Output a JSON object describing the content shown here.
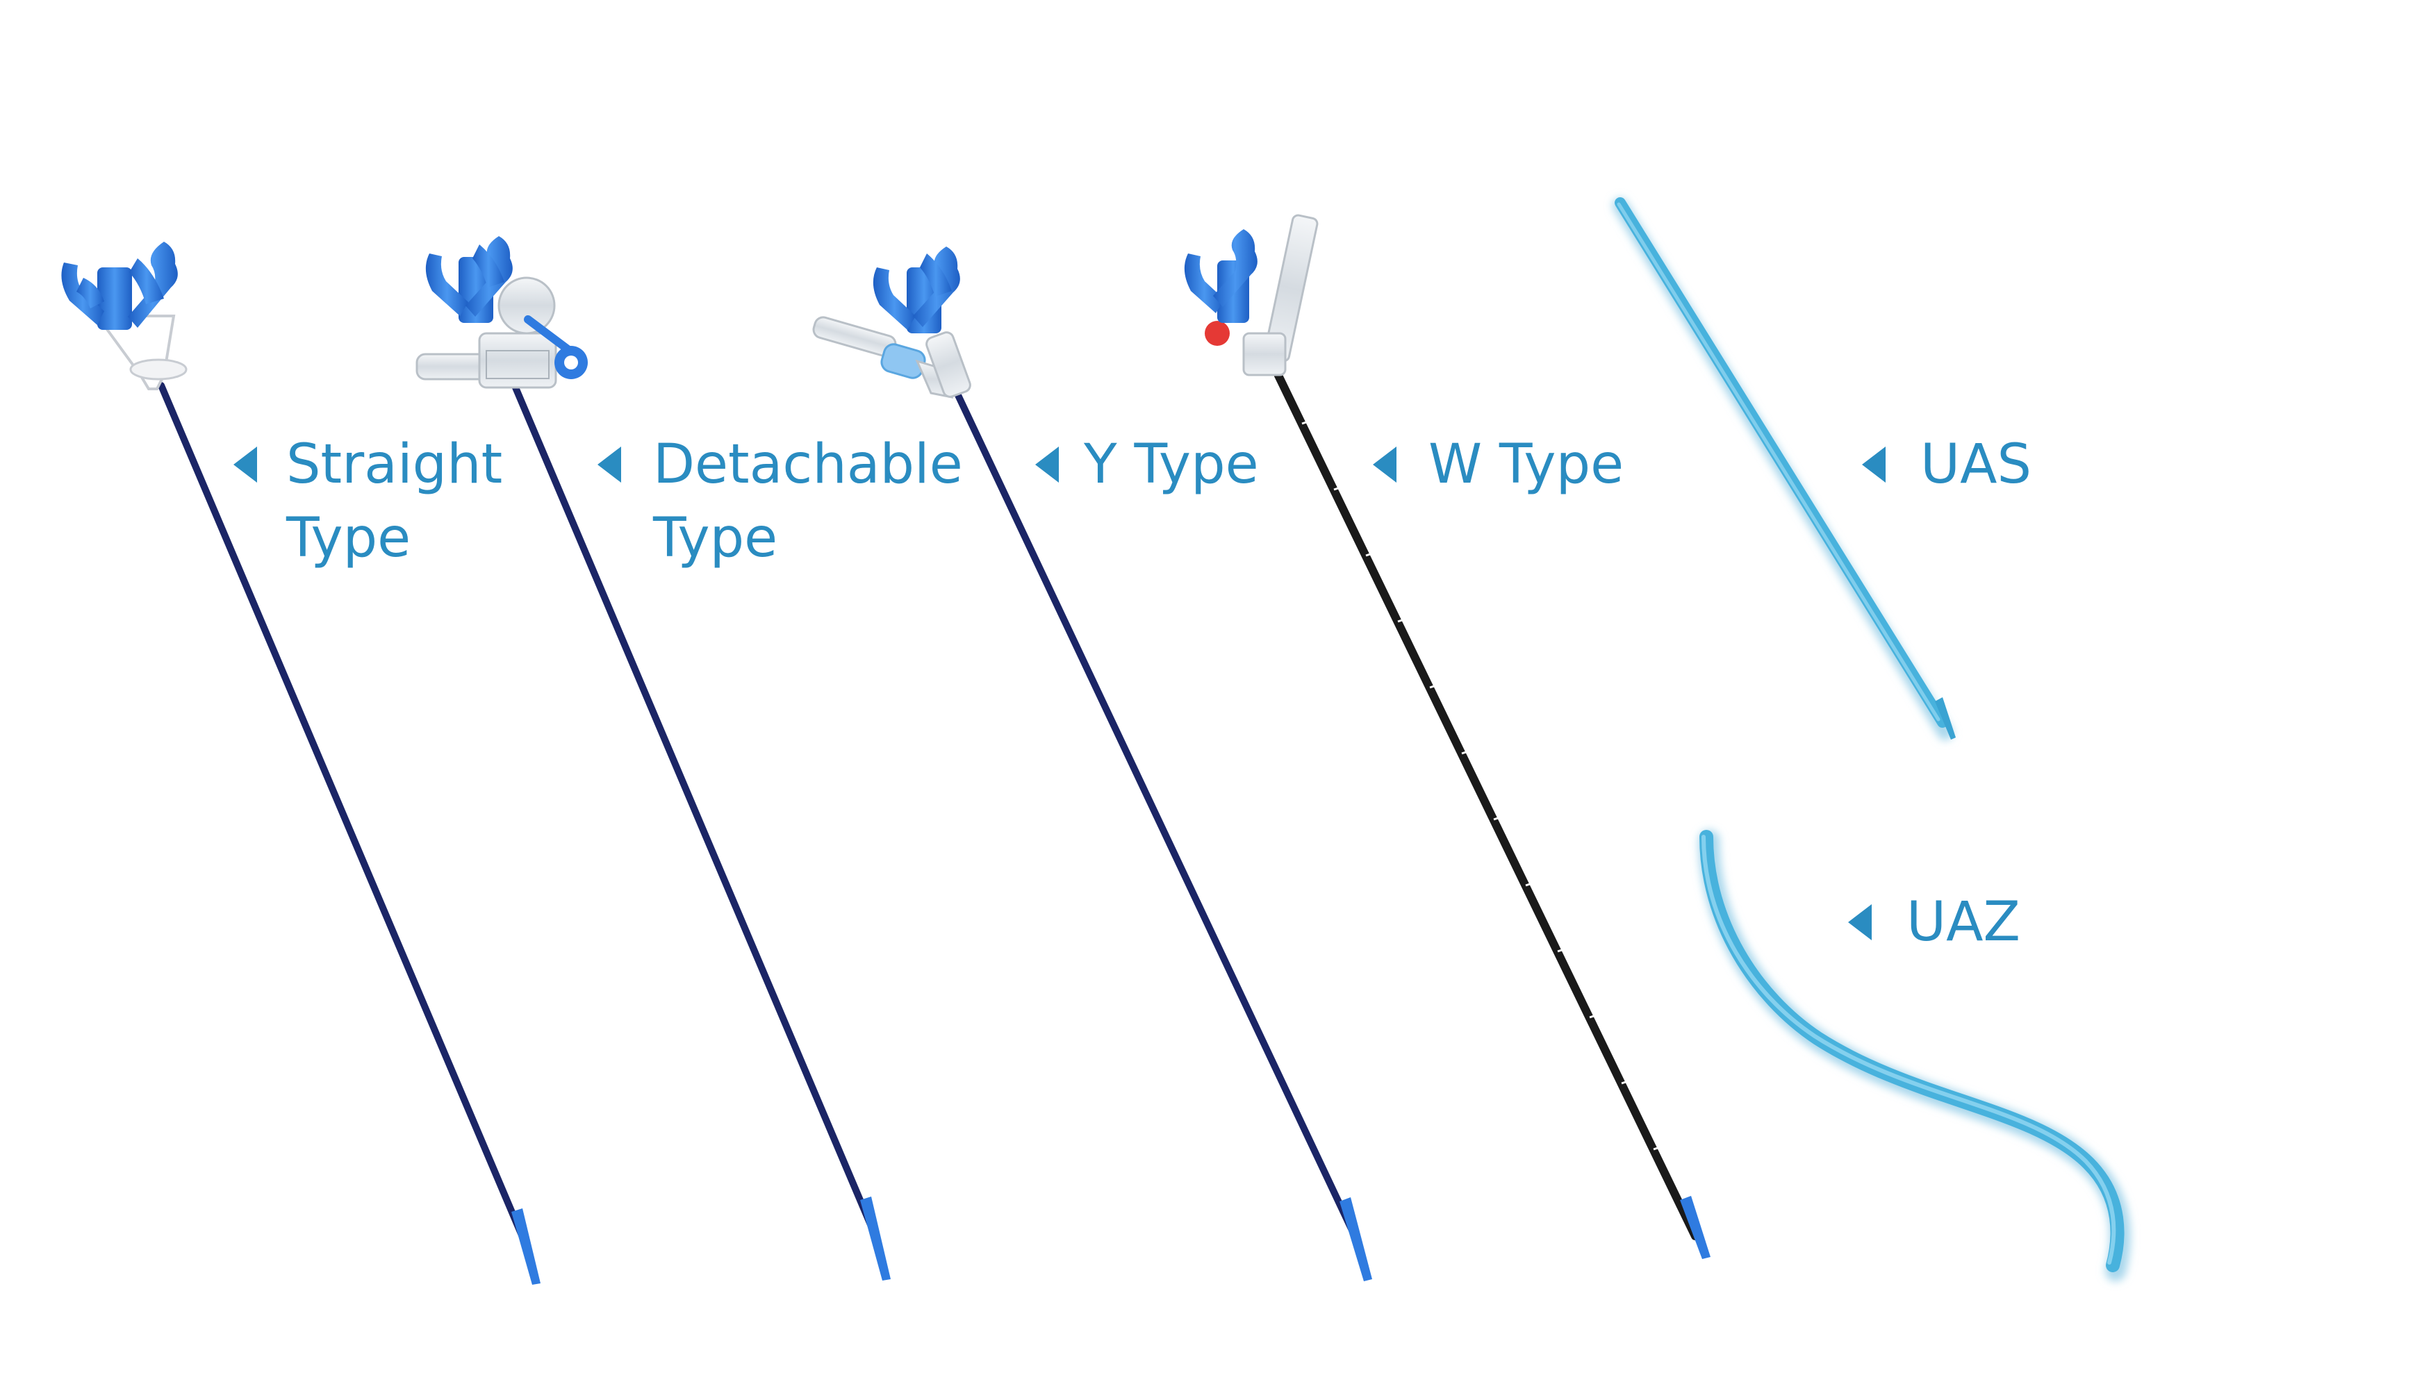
{
  "products": [
    {
      "id": "straight",
      "label_line1": "Straight",
      "label_line2": "Type"
    },
    {
      "id": "detachable",
      "label_line1": "Detachable",
      "label_line2": "Type"
    },
    {
      "id": "y",
      "label_line1": "Y Type"
    },
    {
      "id": "w",
      "label_line1": "W Type"
    },
    {
      "id": "uas",
      "label_line1": "UAS"
    },
    {
      "id": "uaz",
      "label_line1": "UAZ"
    }
  ],
  "colors": {
    "label": "#2a8cc1",
    "shaft_dark_blue": "#1b2566",
    "hub_blue": "#2f7be0",
    "sheath_light_blue": "#48b2dd",
    "w_shaft_black": "#1a1a1a",
    "red_cap": "#e53935"
  },
  "icons": [
    "left-triangle-arrow-icon"
  ]
}
